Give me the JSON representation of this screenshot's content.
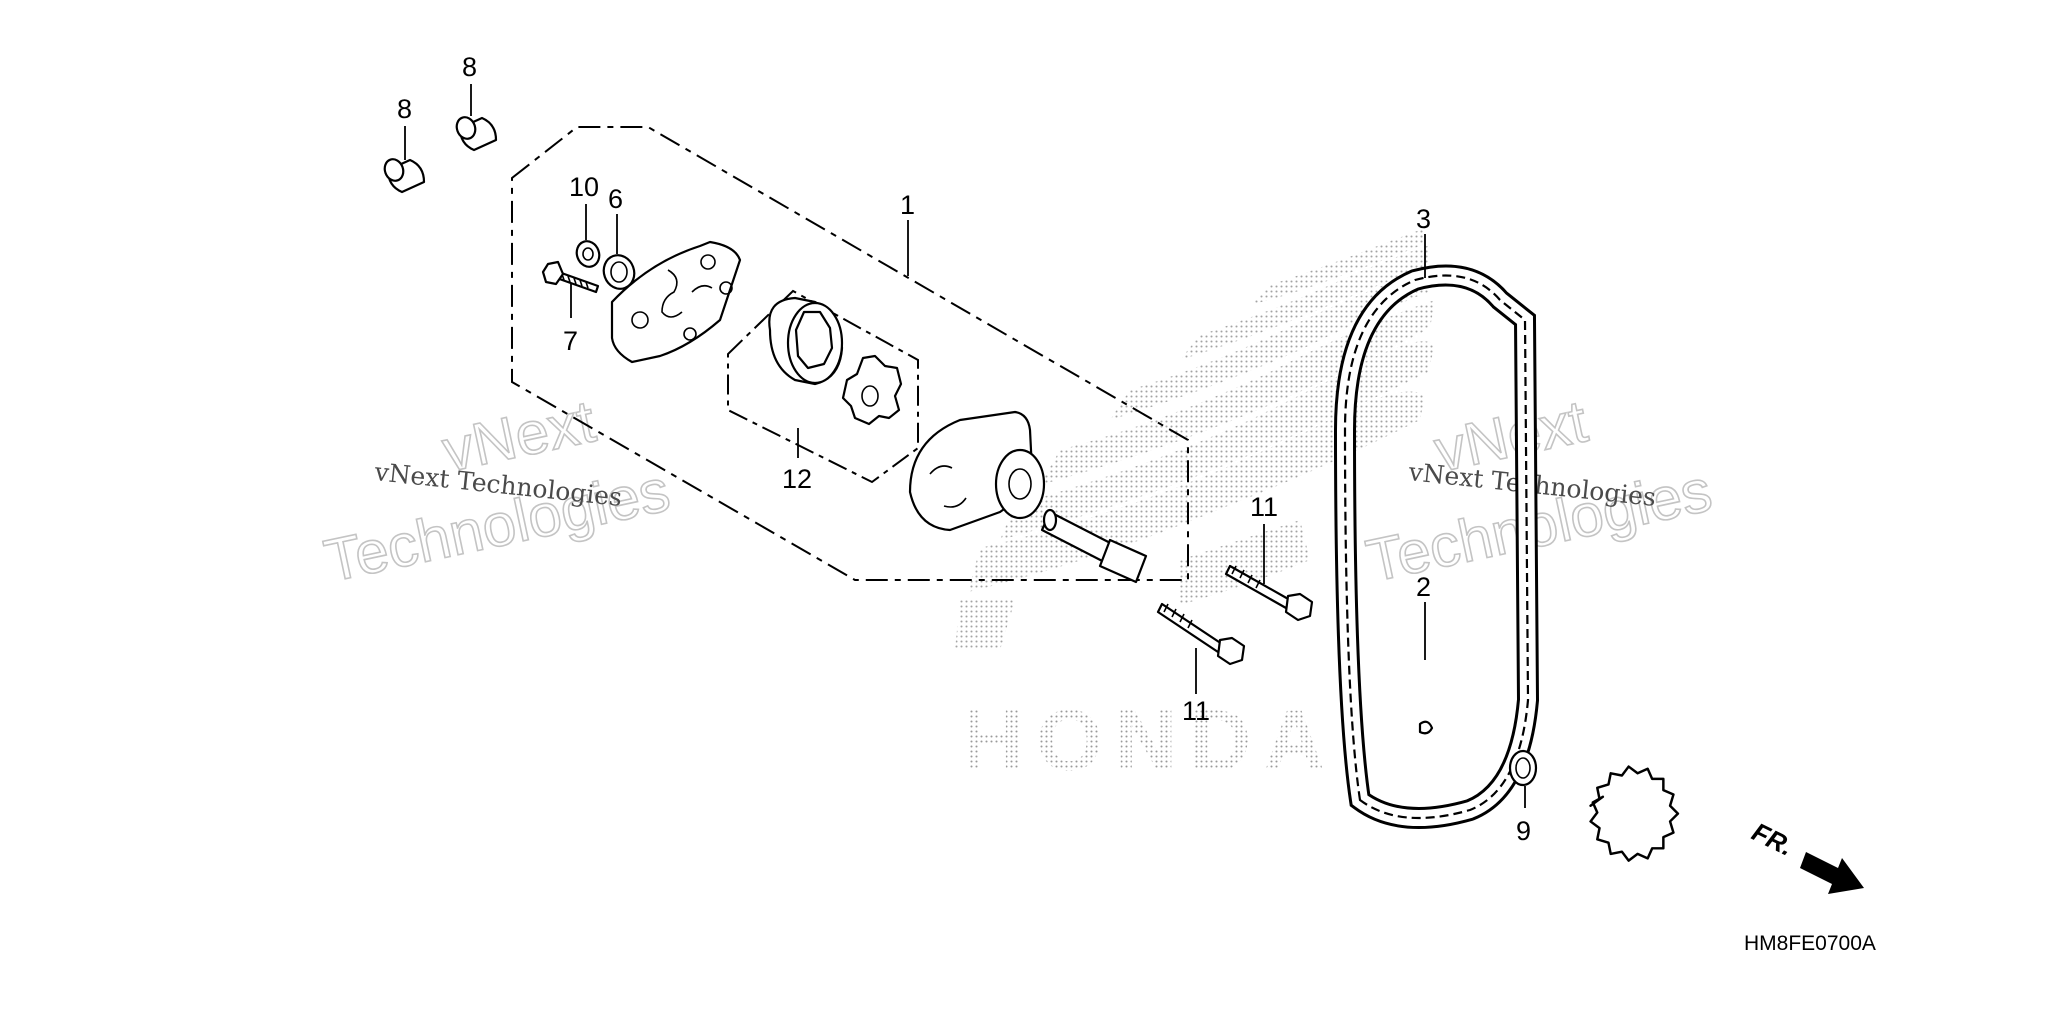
{
  "diagram": {
    "callouts": {
      "c1": "1",
      "c2": "2",
      "c3": "3",
      "c6": "6",
      "c7": "7",
      "c8a": "8",
      "c8b": "8",
      "c9": "9",
      "c10": "10",
      "c11a": "11",
      "c11b": "11",
      "c12": "12"
    },
    "direction_label": "FR.",
    "diagram_code": "HM8FE0700A",
    "logo_text": "HONDA",
    "watermark": {
      "line1": "vNext",
      "line2": "Technologies",
      "full": "vNext Technologies"
    }
  }
}
